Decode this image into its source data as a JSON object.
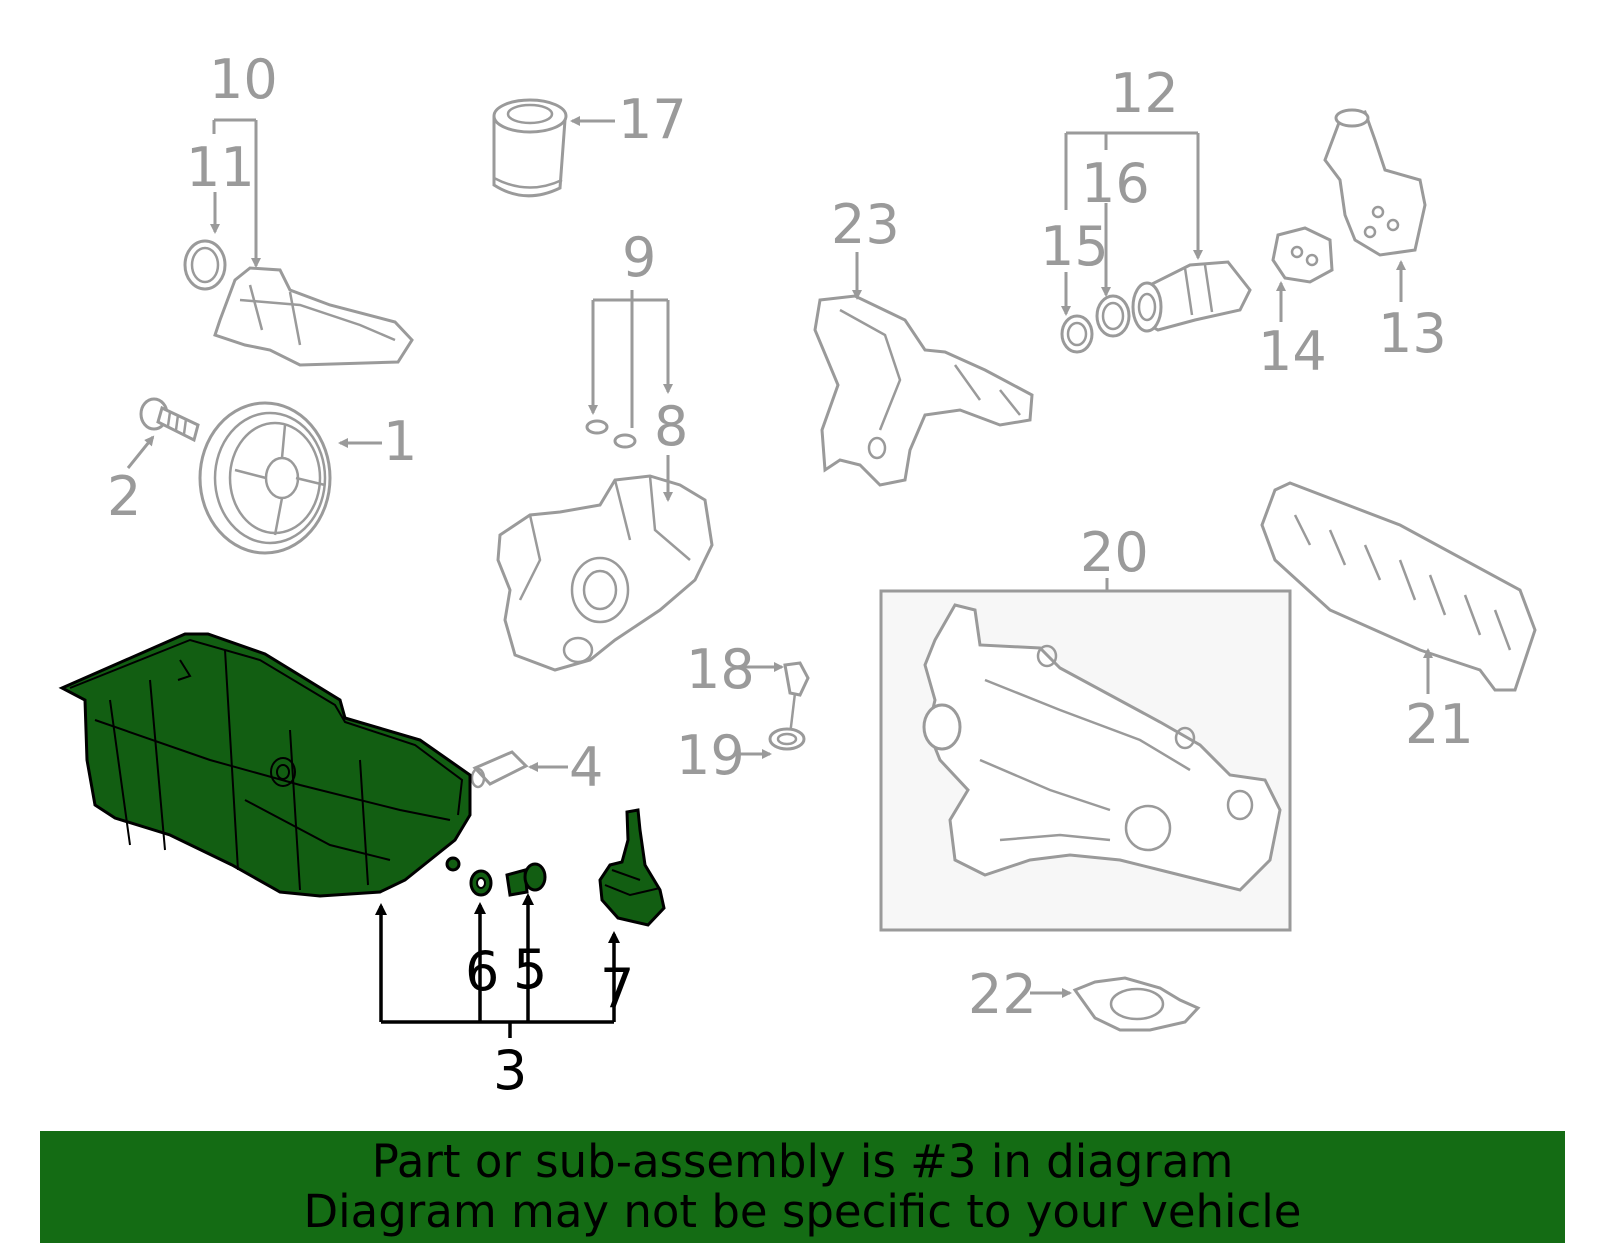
{
  "banner": {
    "line1": "Part or sub-assembly is #3 in diagram",
    "line2": "Diagram may not be specific to your vehicle",
    "background_color": "#146c14",
    "text_color": "#000000"
  },
  "colors": {
    "selected_part_fill": "#125e12",
    "unselected_line": "#9a9a9a"
  },
  "selected_callout": "3",
  "callouts": {
    "c1": "1",
    "c2": "2",
    "c3": "3",
    "c4": "4",
    "c5": "5",
    "c6": "6",
    "c7": "7",
    "c8": "8",
    "c9": "9",
    "c10": "10",
    "c11": "11",
    "c12": "12",
    "c13": "13",
    "c14": "14",
    "c15": "15",
    "c16": "16",
    "c17": "17",
    "c18": "18",
    "c19": "19",
    "c20": "20",
    "c21": "21",
    "c22": "22",
    "c23": "23"
  }
}
